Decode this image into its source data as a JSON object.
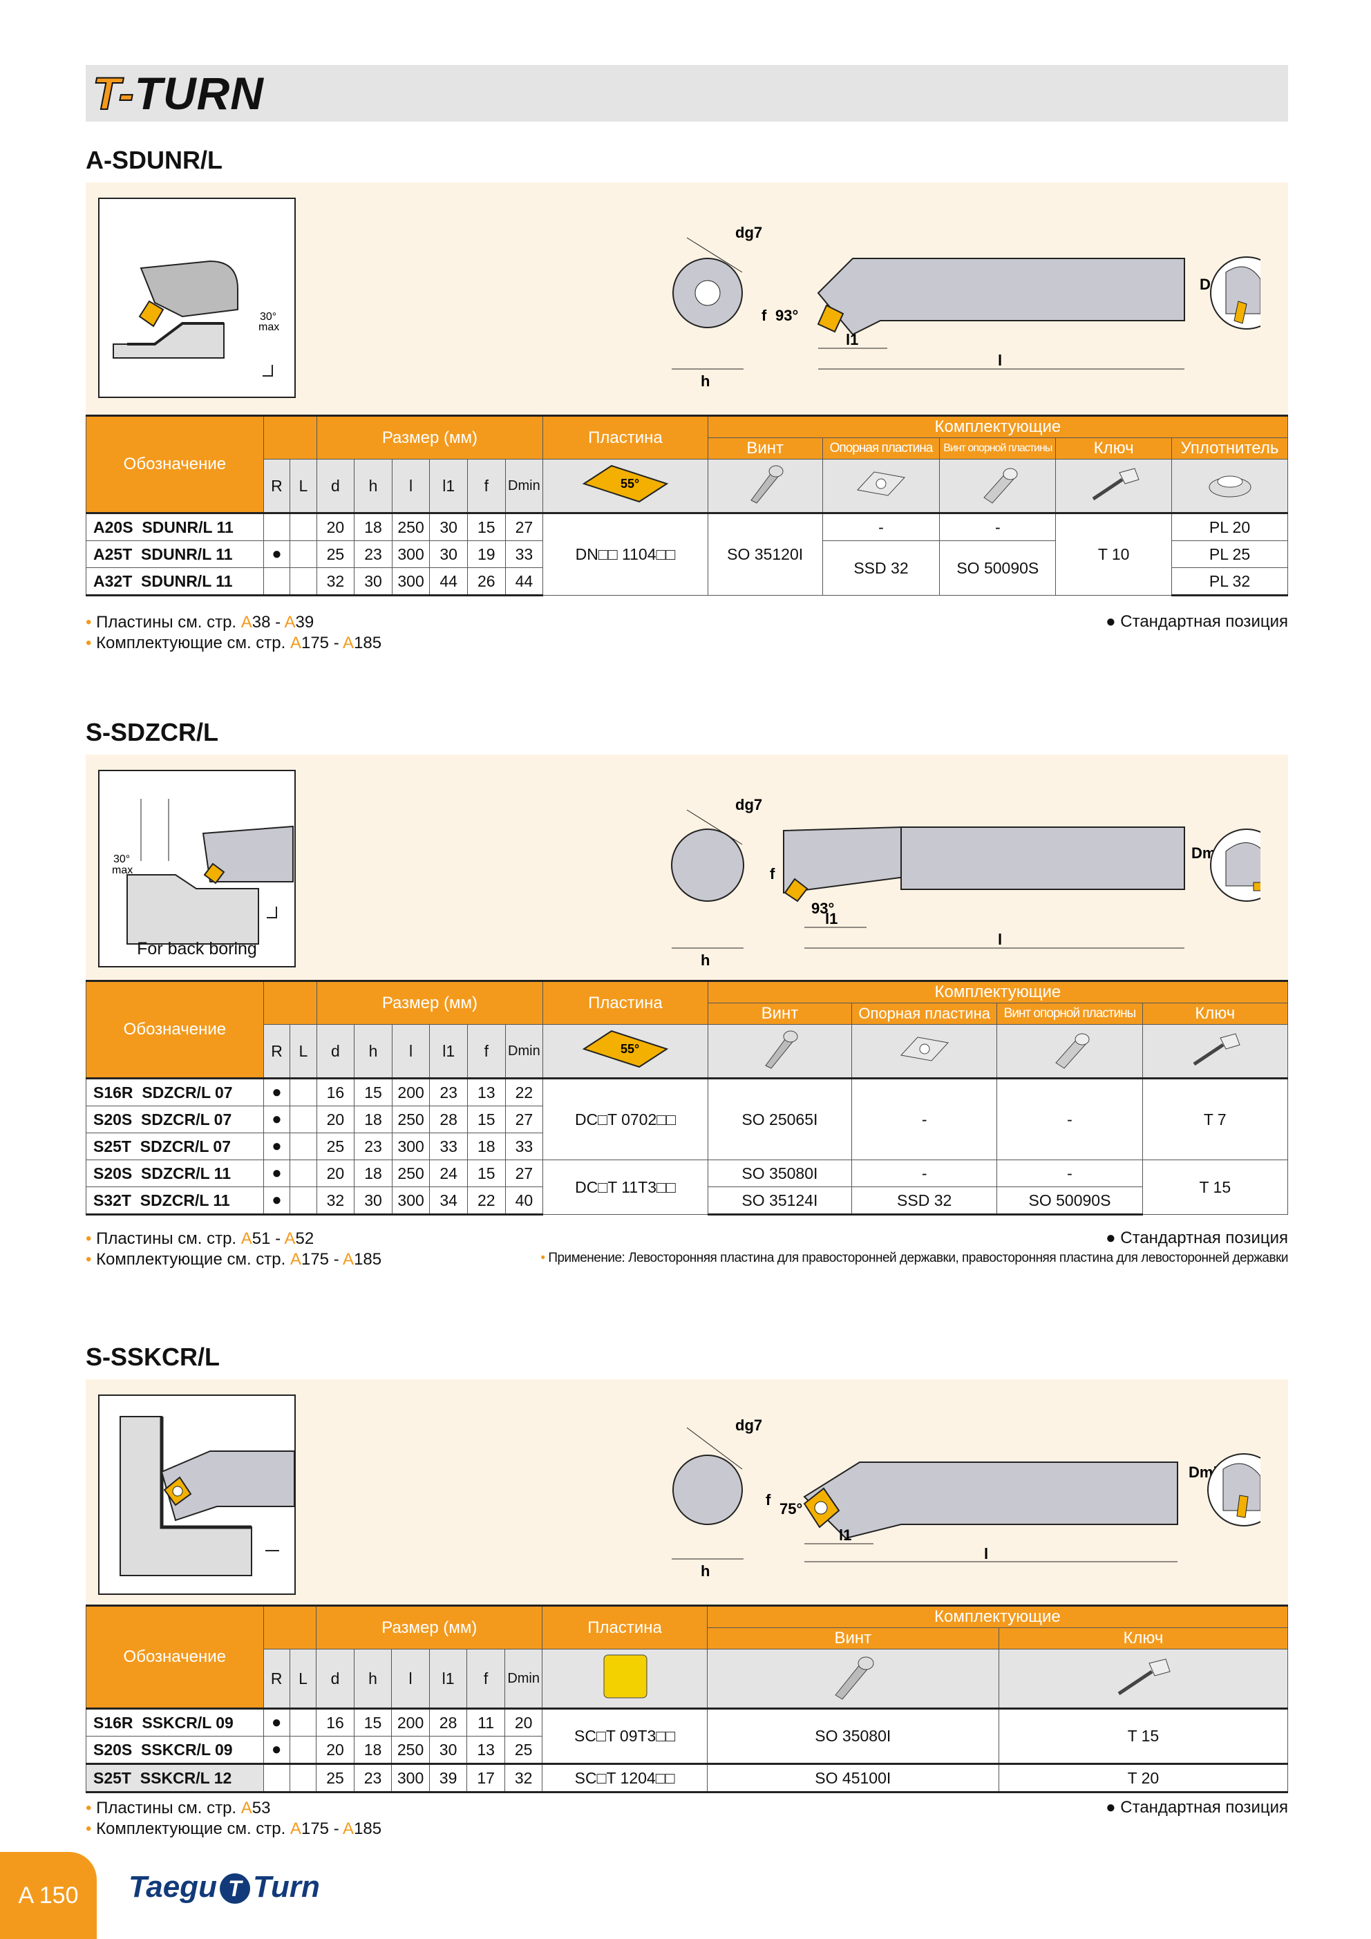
{
  "header": {
    "logo_prefix": "T-",
    "logo_rest": "TURN"
  },
  "labels": {
    "dg7": "dg7",
    "dmin": "Dmin",
    "h": "h",
    "f": "f",
    "l1": "l1",
    "l": "l",
    "angle30": "30°",
    "max": "max",
    "insert55": "55°"
  },
  "common": {
    "designation": "Обозначение",
    "size_mm": "Размер (мм)",
    "insert": "Пластина",
    "components": "Комплектующие",
    "screw": "Винт",
    "shim": "Опорная пластина",
    "shim_screw": "Винт опорной пластины",
    "key": "Ключ",
    "seal": "Уплотнитель",
    "cols": [
      "R",
      "L",
      "d",
      "h",
      "l",
      "l1",
      "f",
      "Dmin"
    ],
    "standard": "● Стандартная позиция",
    "inserts_see": "Пластины см. стр.",
    "components_see": "Комплектующие см. стр.",
    "dash": "-"
  },
  "section1": {
    "title": "A-SDUNR/L",
    "angle": "93°",
    "insert_code": "DN□□ 1104□□",
    "screw": "SO 35120I",
    "key": "T 10",
    "shim_small": "-",
    "shimscrew_small": "-",
    "shim": "SSD 32",
    "shimscrew": "SO 50090S",
    "rows": [
      {
        "a": "A20S",
        "b": "SDUNR/L 11",
        "R": "",
        "d": "20",
        "h": "18",
        "l": "250",
        "l1": "30",
        "f": "15",
        "dmin": "27",
        "seal": "PL 20"
      },
      {
        "a": "A25T",
        "b": "SDUNR/L 11",
        "R": "●",
        "d": "25",
        "h": "23",
        "l": "300",
        "l1": "30",
        "f": "19",
        "dmin": "33",
        "seal": "PL 25"
      },
      {
        "a": "A32T",
        "b": "SDUNR/L 11",
        "R": "",
        "d": "32",
        "h": "30",
        "l": "300",
        "l1": "44",
        "f": "26",
        "dmin": "44",
        "seal": "PL 32"
      }
    ],
    "ins_p1": "A",
    "ins_n1": "38",
    "ins_sep": " - ",
    "ins_p2": "A",
    "ins_n2": "39",
    "cmp_p1": "A",
    "cmp_n1": "175",
    "cmp_sep": " - ",
    "cmp_p2": "A",
    "cmp_n2": "185"
  },
  "section2": {
    "title": "S-SDZCR/L",
    "angle": "93°",
    "caption": "For back boring",
    "rows": [
      {
        "a": "S16R",
        "b": "SDZCR/L 07",
        "R": "●",
        "d": "16",
        "h": "15",
        "l": "200",
        "l1": "23",
        "f": "13",
        "dmin": "22"
      },
      {
        "a": "S20S",
        "b": "SDZCR/L 07",
        "R": "●",
        "d": "20",
        "h": "18",
        "l": "250",
        "l1": "28",
        "f": "15",
        "dmin": "27"
      },
      {
        "a": "S25T",
        "b": "SDZCR/L 07",
        "R": "●",
        "d": "25",
        "h": "23",
        "l": "300",
        "l1": "33",
        "f": "18",
        "dmin": "33"
      },
      {
        "a": "S20S",
        "b": "SDZCR/L 11",
        "R": "●",
        "d": "20",
        "h": "18",
        "l": "250",
        "l1": "24",
        "f": "15",
        "dmin": "27"
      },
      {
        "a": "S32T",
        "b": "SDZCR/L 11",
        "R": "●",
        "d": "32",
        "h": "30",
        "l": "300",
        "l1": "34",
        "f": "22",
        "dmin": "40"
      }
    ],
    "insert07": "DC□T 0702□□",
    "screw07": "SO 25065I",
    "shim07": "-",
    "shimscrew07": "-",
    "key07": "T 7",
    "insert11": "DC□T 11T3□□",
    "screw11a": "SO 35080I",
    "screw11b": "SO 35124I",
    "shim11a": "-",
    "shim11b": "SSD 32",
    "shimscrew11a": "-",
    "shimscrew11b": "SO 50090S",
    "key11": "T 15",
    "application": "Применение: Левосторонняя пластина для правосторонней державки, правосторонняя пластина для левосторонней державки",
    "ins_p1": "A",
    "ins_n1": "51",
    "ins_sep": " - ",
    "ins_p2": "A",
    "ins_n2": "52",
    "cmp_p1": "A",
    "cmp_n1": "175",
    "cmp_sep": " - ",
    "cmp_p2": "A",
    "cmp_n2": "185"
  },
  "section3": {
    "title": "S-SSKCR/L",
    "angle": "75°",
    "rows": [
      {
        "a": "S16R",
        "b": "SSKCR/L 09",
        "R": "●",
        "d": "16",
        "h": "15",
        "l": "200",
        "l1": "28",
        "f": "11",
        "dmin": "20"
      },
      {
        "a": "S20S",
        "b": "SSKCR/L 09",
        "R": "●",
        "d": "20",
        "h": "18",
        "l": "250",
        "l1": "30",
        "f": "13",
        "dmin": "25"
      },
      {
        "a": "S25T",
        "b": "SSKCR/L 12",
        "R": "",
        "d": "25",
        "h": "23",
        "l": "300",
        "l1": "39",
        "f": "17",
        "dmin": "32"
      }
    ],
    "insert09": "SC□T 09T3□□",
    "screw09": "SO 35080I",
    "key09": "T 15",
    "insert12": "SC□T 1204□□",
    "screw12": "SO 45100I",
    "key12": "T 20",
    "ins_p1": "A",
    "ins_n1": "53",
    "cmp_p1": "A",
    "cmp_n1": "175",
    "cmp_sep": " - ",
    "cmp_p2": "A",
    "cmp_n2": "185"
  },
  "footer": {
    "page": "A 150",
    "brand_left": "Taegu",
    "brand_mark": "T",
    "brand_right": "Turn"
  }
}
